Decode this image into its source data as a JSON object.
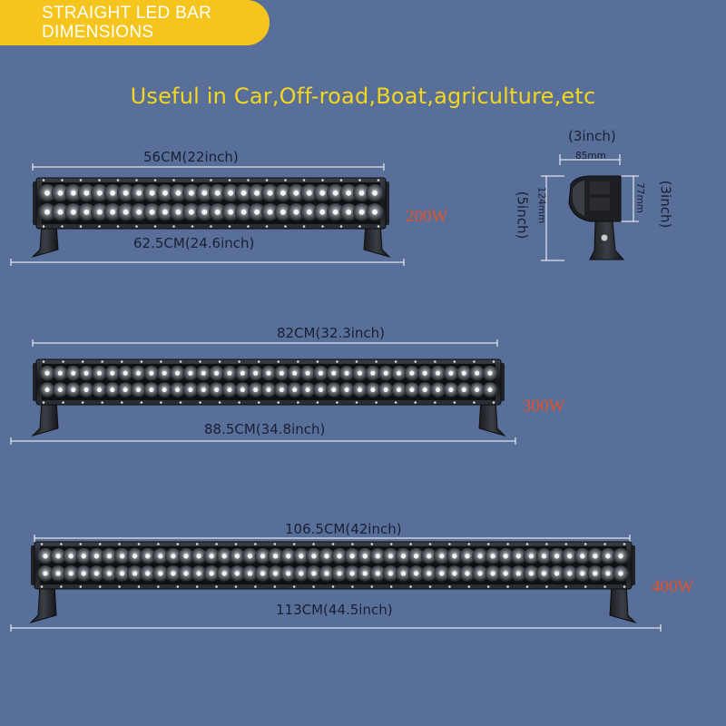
{
  "banner": {
    "line1": "STRAIGHT LED BAR",
    "line2": "DIMENSIONS"
  },
  "subtitle": "Useful in Car,Off-road,Boat,agriculture,etc",
  "bars": [
    {
      "name": "bar-200w",
      "inner": "56CM(22inch)",
      "outer": "62.5CM(24.6inch)",
      "watt": "200W"
    },
    {
      "name": "bar-300w",
      "inner": "82CM(32.3inch)",
      "outer": "88.5CM(34.8inch)",
      "watt": "300W"
    },
    {
      "name": "bar-400w",
      "inner": "106.5CM(42inch)",
      "outer": "113CM(44.5inch)",
      "watt": "400W"
    }
  ],
  "side_view": {
    "width_in": "(3inch)",
    "width_mm": "85mm",
    "height_mm": "124mm",
    "height_in": "(5inch)",
    "depth_mm": "77mm",
    "depth_in": "(3inch)"
  },
  "colors": {
    "background": "#586f99",
    "banner": "#f6c51d",
    "subtitle": "#f4d61e",
    "watt": "#e5522a"
  }
}
